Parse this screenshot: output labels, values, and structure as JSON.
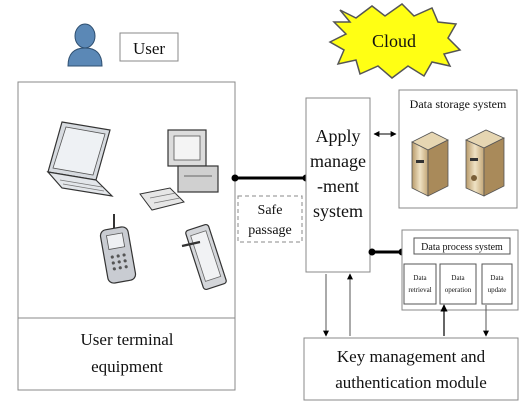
{
  "user": {
    "label": "User"
  },
  "cloud": {
    "label": "Cloud"
  },
  "terminal": {
    "label_line1": "User terminal",
    "label_line2": "equipment"
  },
  "safe_passage": {
    "line1": "Safe",
    "line2": "passage"
  },
  "apply_system": {
    "line1": "Apply",
    "line2": "manage",
    "line3": "-ment",
    "line4": "system"
  },
  "storage": {
    "title": "Data storage system"
  },
  "process": {
    "title": "Data process system",
    "modules": [
      {
        "line1": "Data",
        "line2": "retrieval"
      },
      {
        "line1": "Data",
        "line2": "operation"
      },
      {
        "line1": "Data",
        "line2": "update"
      }
    ]
  },
  "key_module": {
    "line1": "Key management and",
    "line2": "authentication module"
  },
  "colors": {
    "person": "#5b88b6",
    "cloud_fill": "#ffff14",
    "cloud_outline": "#555555",
    "line": "#000000",
    "box_border": "#888888"
  }
}
